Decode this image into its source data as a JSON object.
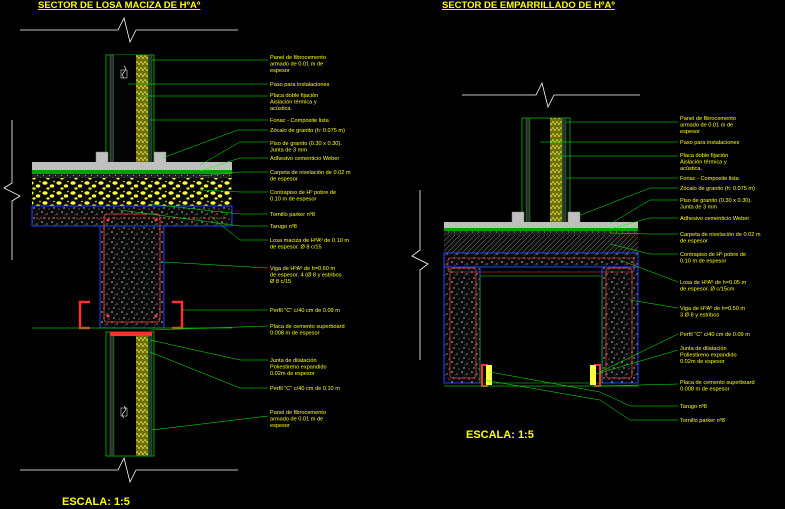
{
  "left_section": {
    "title": "SECTOR DE LOSA MACIZA DE HºAº",
    "scale": "ESCALA: 1:5",
    "callouts": [
      {
        "lines": [
          "Panel de fibrocemento",
          "armado de 0.01 m de",
          "espesor"
        ]
      },
      {
        "lines": [
          "Paso para instalaciones"
        ]
      },
      {
        "lines": [
          "Placa doble fijación",
          "Aislación térmica y",
          "acústica."
        ]
      },
      {
        "lines": [
          "Fonac - Composite lista"
        ]
      },
      {
        "lines": [
          "Zócalo de granito (h: 0.075 m)"
        ]
      },
      {
        "lines": [
          "Piso de granito (0.30 x 0.30).",
          "Junta de 3 mm"
        ]
      },
      {
        "lines": [
          "Adhesivo cementicio Weber"
        ]
      },
      {
        "lines": [
          "Carpeta de nivelación de 0.02 m",
          "de espesor"
        ]
      },
      {
        "lines": [
          "Contrapiso de Hº pobre de",
          "0.10 m de espesor"
        ]
      },
      {
        "lines": [
          "Tornillo parker nº8"
        ]
      },
      {
        "lines": [
          "Tarugo nº8"
        ]
      },
      {
        "lines": [
          "Losa maciza de HºAº de 0.10 m",
          "de espesor.  Ø 8 c/15"
        ]
      },
      {
        "lines": [
          "Viga de HºAº de  h=0.60 m",
          "de espesor.  4 (Ø 8 y estribos",
          "Ø 8 c/15"
        ]
      },
      {
        "lines": [
          "Perfil \"C\" c/40 cm de 0.09 m"
        ]
      },
      {
        "lines": [
          "Placa de cemento superboard",
          "0.008 m de espesor"
        ]
      },
      {
        "lines": [
          "Junta de dilatación",
          "Poliestireno expandido",
          "0.02m de espesor"
        ]
      },
      {
        "lines": [
          "Perfil \"C\" c/40 cm de 0.10 m"
        ]
      },
      {
        "lines": [
          "Panel de fibrocemento",
          "armado de 0.01 m de",
          "espesor"
        ]
      }
    ]
  },
  "right_section": {
    "title": "SECTOR DE EMPARRILLADO DE HºAº",
    "scale": "ESCALA: 1:5",
    "callouts": [
      {
        "lines": [
          "Panel de fibrocemento",
          "armado de 0.01 m de",
          "espesor"
        ]
      },
      {
        "lines": [
          "Paso para instalaciones"
        ]
      },
      {
        "lines": [
          "Placa doble fijación",
          "Aislación térmica y",
          "acústica."
        ]
      },
      {
        "lines": [
          "Fonac - Composite lista"
        ]
      },
      {
        "lines": [
          "Zócalo de granito (h: 0.075 m)"
        ]
      },
      {
        "lines": [
          "Piso de granito (0.30 x 0.30).",
          "Junta de 3 mm"
        ]
      },
      {
        "lines": [
          "Adhesivo cementicio Weber"
        ]
      },
      {
        "lines": [
          "Carpeta de nivelación de 0.02 m",
          "de espesor"
        ]
      },
      {
        "lines": [
          "Contrapiso de Hº pobre de",
          "0.10 m de espesor"
        ]
      },
      {
        "lines": [
          "Losa de HºAº de  h=0.05 m",
          "de espesor.   Ø c/15cm"
        ]
      },
      {
        "lines": [
          "Viga de HºAº de  h=0.50 m",
          "3 Ø 8 y estribos"
        ]
      },
      {
        "lines": [
          "Perfil \"C\" c/40 cm de 0.09 m"
        ]
      },
      {
        "lines": [
          "Junta de dilatación",
          "Poliestireno expandido",
          "0.02m de espesor"
        ]
      },
      {
        "lines": [
          "Placa de cemento superboard",
          "0.008 m de espesor"
        ]
      },
      {
        "lines": [
          "Tarugo nº8"
        ]
      },
      {
        "lines": [
          "Tornillo parker nº8"
        ]
      }
    ]
  },
  "colors": {
    "background": "#000000",
    "text": "#ffff00",
    "leader": "#00ff00",
    "wall_outline": "#00c000",
    "concrete": "#c8c8c8",
    "steel_profile": "#ff3030",
    "rebar": "#ff4040",
    "screed": "#ffff40",
    "slab_border": "#2040ff",
    "break_line": "#ffffff"
  }
}
